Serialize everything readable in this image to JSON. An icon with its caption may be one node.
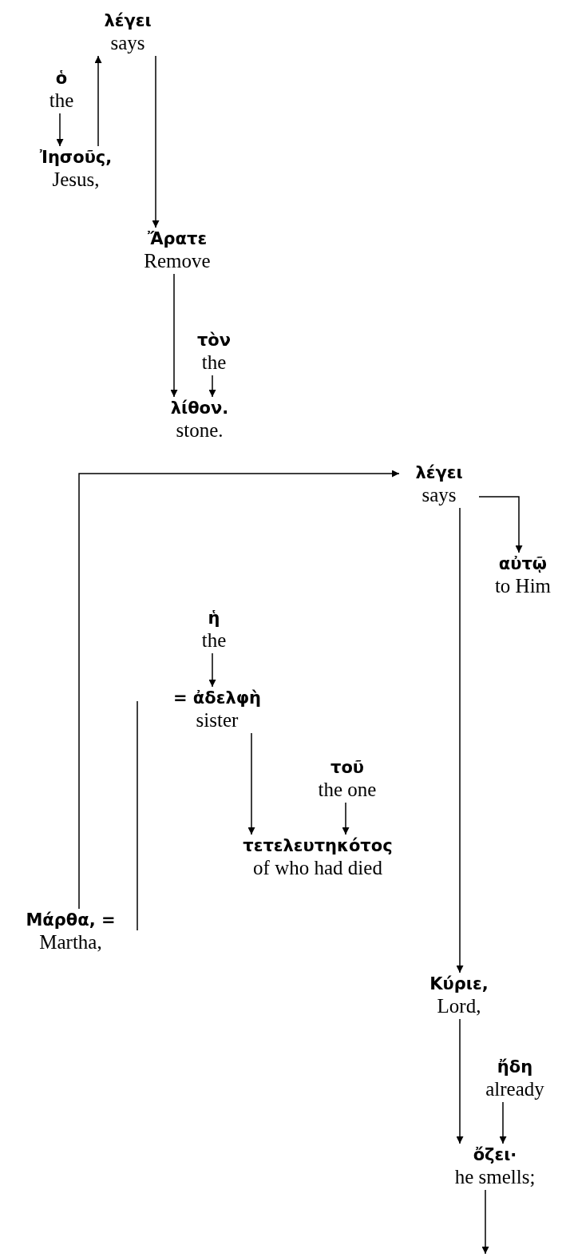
{
  "diagram": {
    "nodes": [
      {
        "text": [
          "λέγει",
          "says"
        ]
      },
      {
        "text": [
          "ὁ",
          "the"
        ]
      },
      {
        "text": [
          "Ἰησοῦς,",
          "Jesus,"
        ]
      },
      {
        "text": [
          "Ἄρατε",
          "Remove"
        ]
      },
      {
        "text": [
          "τὸν",
          "the"
        ]
      },
      {
        "text": [
          "λίθον.",
          "stone."
        ]
      },
      {
        "text": [
          "λέγει",
          "says"
        ]
      },
      {
        "text": [
          "αὐτῷ",
          "to Him"
        ]
      },
      {
        "text": [
          "ἡ",
          "the"
        ]
      },
      {
        "text": [
          "= ἀδελφὴ",
          "sister"
        ]
      },
      {
        "text": [
          "τοῦ",
          "the one"
        ]
      },
      {
        "text": [
          "τετελευτηκότος",
          "of who had died"
        ]
      },
      {
        "text": [
          "Μάρθα, =",
          "Martha,"
        ]
      },
      {
        "text": [
          "Κύριε,",
          "Lord,"
        ]
      },
      {
        "text": [
          "ἤδη",
          "already"
        ]
      },
      {
        "text": [
          "ὄζει·",
          "he smells;"
        ]
      }
    ],
    "edges": [
      {
        "from": 1,
        "to": 2,
        "arrow": "to"
      },
      {
        "from": 2,
        "to": 0,
        "arrow": "to"
      },
      {
        "from": 0,
        "to": 3,
        "arrow": "to"
      },
      {
        "from": 3,
        "to": 5,
        "arrow": "to"
      },
      {
        "from": 4,
        "to": 5,
        "arrow": "to"
      },
      {
        "from": 12,
        "to": 6,
        "arrow": "to"
      },
      {
        "from": 6,
        "to": 7,
        "arrow": "to"
      },
      {
        "from": 6,
        "to": 13,
        "arrow": "to"
      },
      {
        "from": 8,
        "to": 9,
        "arrow": "to"
      },
      {
        "from": 12,
        "to": 9,
        "arrow": "none"
      },
      {
        "from": 9,
        "to": 11,
        "arrow": "to"
      },
      {
        "from": 10,
        "to": 11,
        "arrow": "to"
      },
      {
        "from": 13,
        "to": 15,
        "arrow": "to"
      },
      {
        "from": 14,
        "to": 15,
        "arrow": "to"
      },
      {
        "from": 15,
        "to": null,
        "arrow": "to"
      }
    ]
  }
}
